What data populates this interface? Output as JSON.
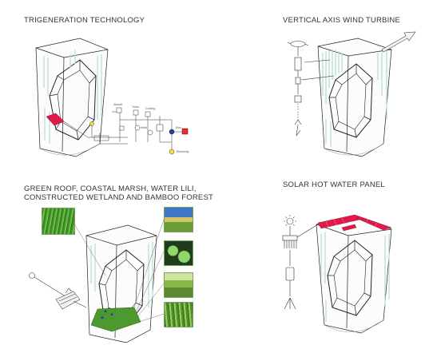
{
  "panels": {
    "trigeneration": {
      "title": "TRIGENERATION TECHNOLOGY",
      "labels": {
        "a": "Absorb",
        "b": "Turbo",
        "c": "Cooling",
        "d": "Heat",
        "e": "Elec.",
        "f": "Electricity"
      }
    },
    "wind": {
      "title": "VERTICAL AXIS WIND TURBINE"
    },
    "green": {
      "title_line1": "GREEN ROOF, COASTAL MARSH, WATER LILI,",
      "title_line2": "CONSTRUCTED WETLAND AND BAMBOO FOREST"
    },
    "solar": {
      "title": "SOLAR HOT WATER PANEL"
    }
  },
  "colors": {
    "outline": "#222222",
    "glass_line": "#b9dccf",
    "green_roof": "#4c9a2f",
    "red_panel": "#e0194a",
    "red_box": "#e33030",
    "yellow_node": "#f1e33a",
    "blue_node": "#2a3fa3"
  },
  "icons": [
    "wind-arrow-icon",
    "sun-icon",
    "bicycle-icon",
    "fan-icon"
  ]
}
